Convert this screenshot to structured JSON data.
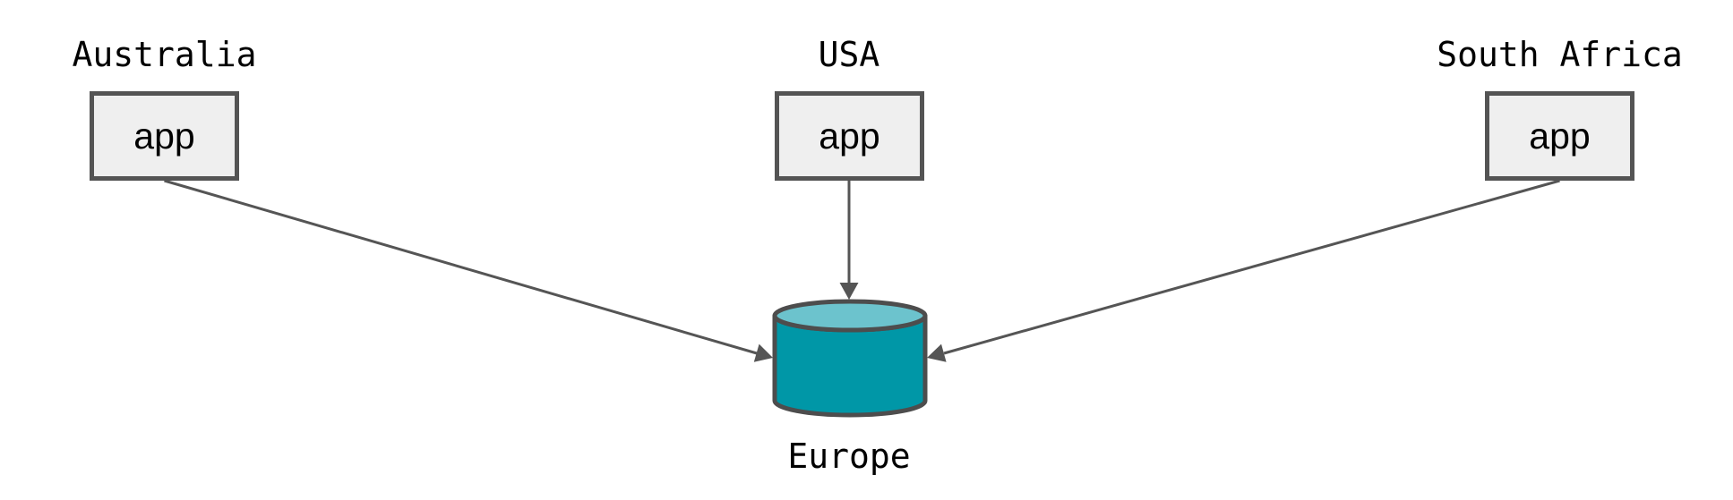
{
  "nodes": {
    "australia": {
      "title": "Australia",
      "box_label": "app"
    },
    "usa": {
      "title": "USA",
      "box_label": "app"
    },
    "south_africa": {
      "title": "South Africa",
      "box_label": "app"
    },
    "europe": {
      "title": "Europe"
    }
  },
  "edges": [
    {
      "from": "Australia app",
      "to": "Europe"
    },
    {
      "from": "USA app",
      "to": "Europe"
    },
    {
      "from": "South Africa app",
      "to": "Europe"
    }
  ],
  "colors": {
    "background": "#ffffff",
    "box_fill": "#efefef",
    "box_border": "#545454",
    "edge": "#555555",
    "text": "#000000",
    "cylinder_body": "#0097a7",
    "cylinder_top": "#6cc3cd",
    "cylinder_stroke": "#4d4d4d"
  }
}
